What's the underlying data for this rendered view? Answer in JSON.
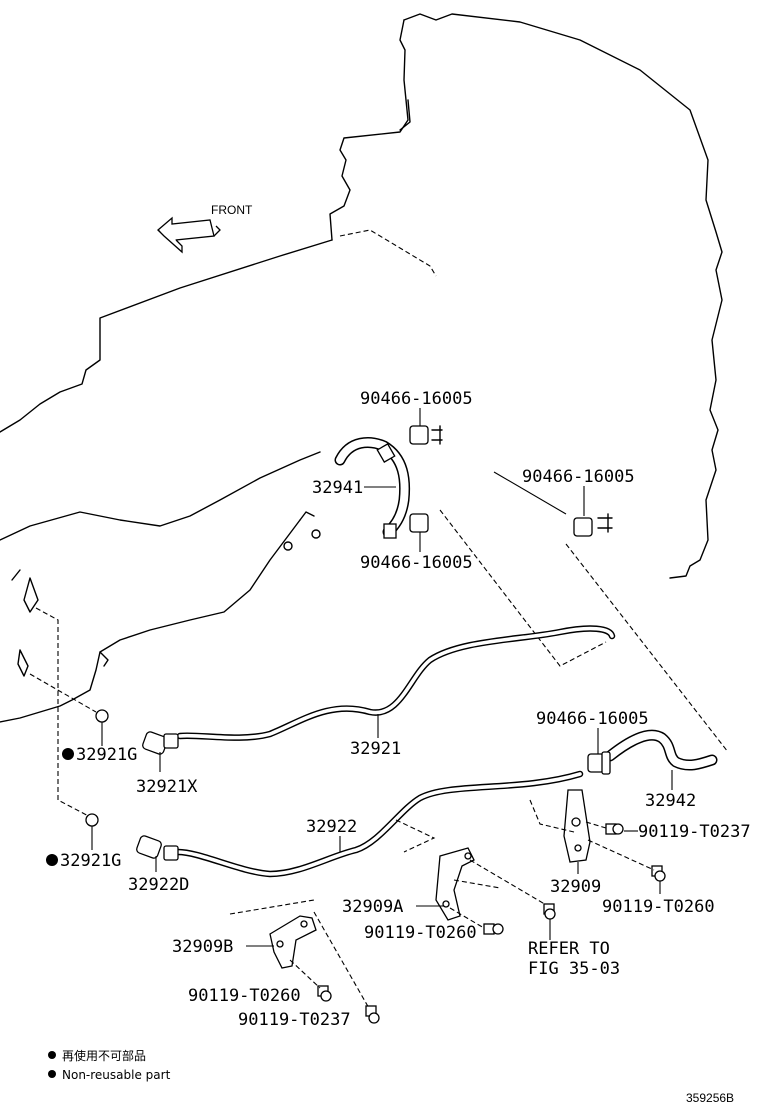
{
  "front_label": "FRONT",
  "parts": {
    "clamp_top": "90466-16005",
    "clamp_mid": "90466-16005",
    "clamp_right": "90466-16005",
    "clamp_lower_right": "90466-16005",
    "hose_32941": "32941",
    "pipe_32921": "32921",
    "gasket_32921G_upper": "32921G",
    "union_32921X": "32921X",
    "pipe_32922": "32922",
    "gasket_32921G_lower": "32921G",
    "union_32922D": "32922D",
    "hose_32942": "32942",
    "bolt_T0237_right": "90119-T0237",
    "bracket_32909": "32909",
    "bolt_T0260_right": "90119-T0260",
    "bracket_32909A": "32909A",
    "bolt_T0260_mid": "90119-T0260",
    "bracket_32909B": "32909B",
    "bolt_T0260_lower": "90119-T0260",
    "bolt_T0237_lower": "90119-T0237"
  },
  "refer": {
    "line1": "REFER TO",
    "line2": "FIG 35-03"
  },
  "legend": {
    "cn": "再使用不可部品",
    "en": "Non-reusable part"
  },
  "figure_code": "359256B"
}
